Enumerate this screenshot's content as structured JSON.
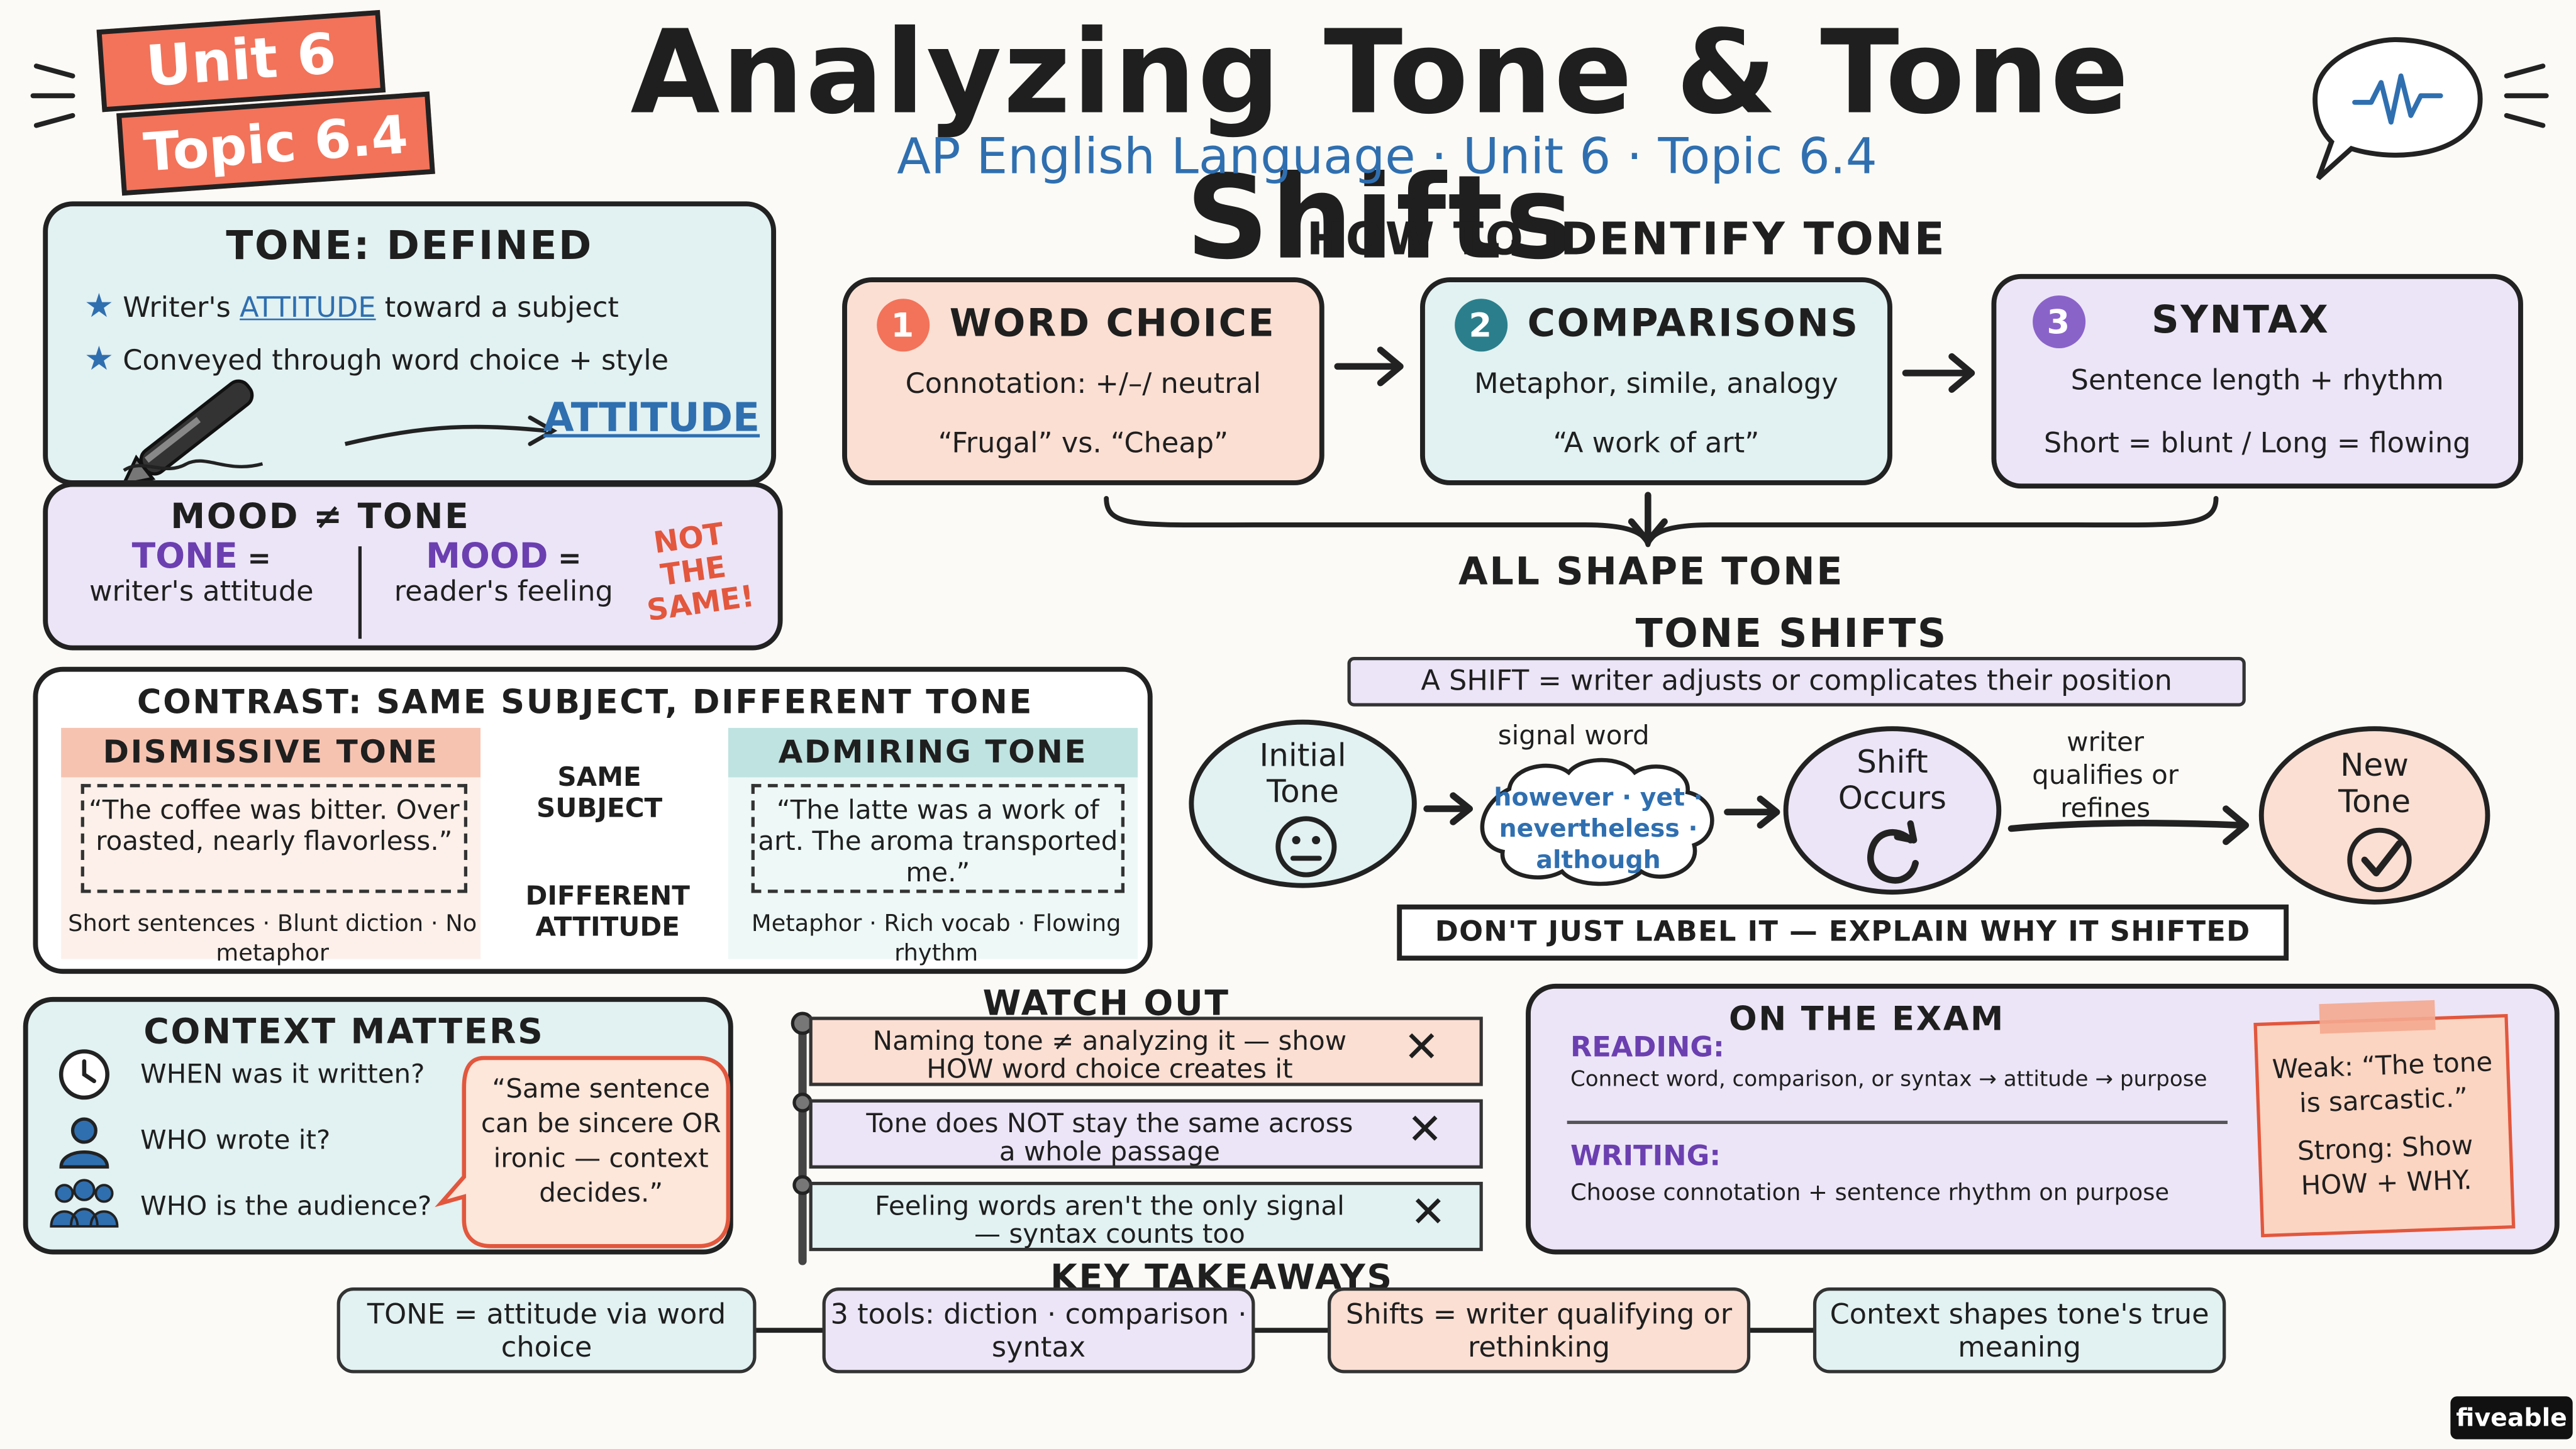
{
  "header": {
    "badge_unit": "Unit 6",
    "badge_topic": "Topic 6.4",
    "title": "Analyzing Tone & Tone Shifts",
    "subtitle": "AP English Language · Unit 6 · Topic 6.4"
  },
  "tone_defined": {
    "heading": "TONE: DEFINED",
    "bullet1_pre": "Writer's ",
    "bullet1_key": "ATTITUDE",
    "bullet1_post": " toward a subject",
    "bullet2": "Conveyed through word choice + style",
    "attitude_label": "ATTITUDE"
  },
  "mood_tone": {
    "heading": "MOOD ≠ TONE",
    "tone_key": "TONE",
    "tone_eq": " =",
    "tone_def": "writer's attitude",
    "mood_key": "MOOD",
    "mood_eq": " =",
    "mood_def": "reader's feeling",
    "not_same": "NOT THE SAME!"
  },
  "identify": {
    "heading": "HOW TO IDENTIFY TONE",
    "steps": [
      {
        "num": "1",
        "title": "WORD CHOICE",
        "line1": "Connotation: +/–/ neutral",
        "line2": "“Frugal” vs. “Cheap”"
      },
      {
        "num": "2",
        "title": "COMPARISONS",
        "line1": "Metaphor, simile, analogy",
        "line2": "“A work of art”"
      },
      {
        "num": "3",
        "title": "SYNTAX",
        "line1": "Sentence length + rhythm",
        "line2": "Short = blunt / Long = flowing"
      }
    ],
    "all_shape": "ALL SHAPE TONE"
  },
  "contrast": {
    "heading": "CONTRAST: SAME SUBJECT, DIFFERENT TONE",
    "left_title": "DISMISSIVE TONE",
    "left_quote": "“The coffee was bitter. Over roasted, nearly flavorless.”",
    "left_notes": "Short sentences · Blunt diction · No metaphor",
    "middle_top": "SAME SUBJECT",
    "middle_bottom": "DIFFERENT ATTITUDE",
    "right_title": "ADMIRING TONE",
    "right_quote": "“The latte was a work of art. The aroma transported me.”",
    "right_notes": "Metaphor · Rich vocab · Flowing rhythm"
  },
  "tone_shifts": {
    "heading": "TONE SHIFTS",
    "definition": "A SHIFT = writer adjusts or complicates their position",
    "initial": "Initial Tone",
    "signal_label": "signal word",
    "signal_words": "however · yet · nevertheless · although",
    "shift": "Shift Occurs",
    "qualifies": "writer qualifies or refines",
    "new_tone": "New Tone",
    "explain": "DON'T JUST LABEL IT — EXPLAIN WHY IT SHIFTED"
  },
  "context": {
    "heading": "CONTEXT MATTERS",
    "items": [
      "WHEN was it written?",
      "WHO wrote it?",
      "WHO is the audience?"
    ],
    "bubble": "“Same sentence can be sincere OR ironic — context decides.”"
  },
  "watch_out": {
    "heading": "WATCH OUT",
    "items": [
      "Naming tone ≠ analyzing it — show HOW word choice creates it",
      "Tone does NOT stay the same across a whole passage",
      "Feeling words aren't the only signal — syntax counts too"
    ]
  },
  "exam": {
    "heading": "ON THE EXAM",
    "reading_label": "READING:",
    "reading_text": "Connect word, comparison, or syntax → attitude → purpose",
    "writing_label": "WRITING:",
    "writing_text": "Choose connotation + sentence rhythm on purpose",
    "note_weak": "Weak: “The tone is sarcastic.”",
    "note_strong": "Strong: Show HOW + WHY."
  },
  "takeaways": {
    "heading": "KEY TAKEAWAYS",
    "items": [
      "TONE = attitude via word choice",
      "3 tools: diction · comparison · syntax",
      "Shifts = writer qualifying or rethinking",
      "Context shapes tone's true meaning"
    ]
  },
  "brand": "fiveable",
  "colors": {
    "salmon": "#f2735a",
    "teal": "#2b7f8c",
    "purple": "#8a63c9",
    "blue_text": "#2f6fb0"
  }
}
